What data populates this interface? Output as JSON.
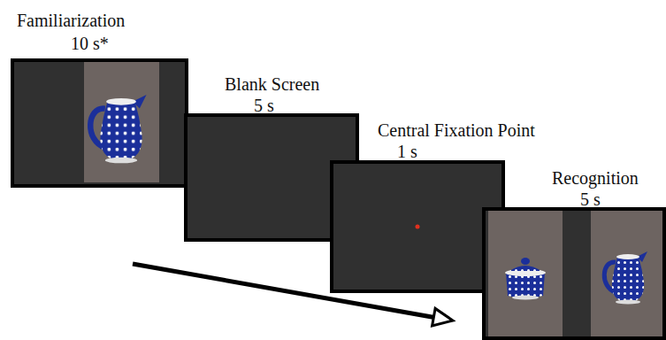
{
  "diagram": {
    "nodes": [
      {
        "text": [
          "Familiarization",
          "10 s*"
        ]
      },
      {
        "text": [
          "Blank Screen",
          "5 s"
        ]
      },
      {
        "text": [
          "Central Fixation Point",
          "1 s"
        ]
      },
      {
        "text": [
          "Recognition",
          "5 s"
        ]
      }
    ]
  }
}
